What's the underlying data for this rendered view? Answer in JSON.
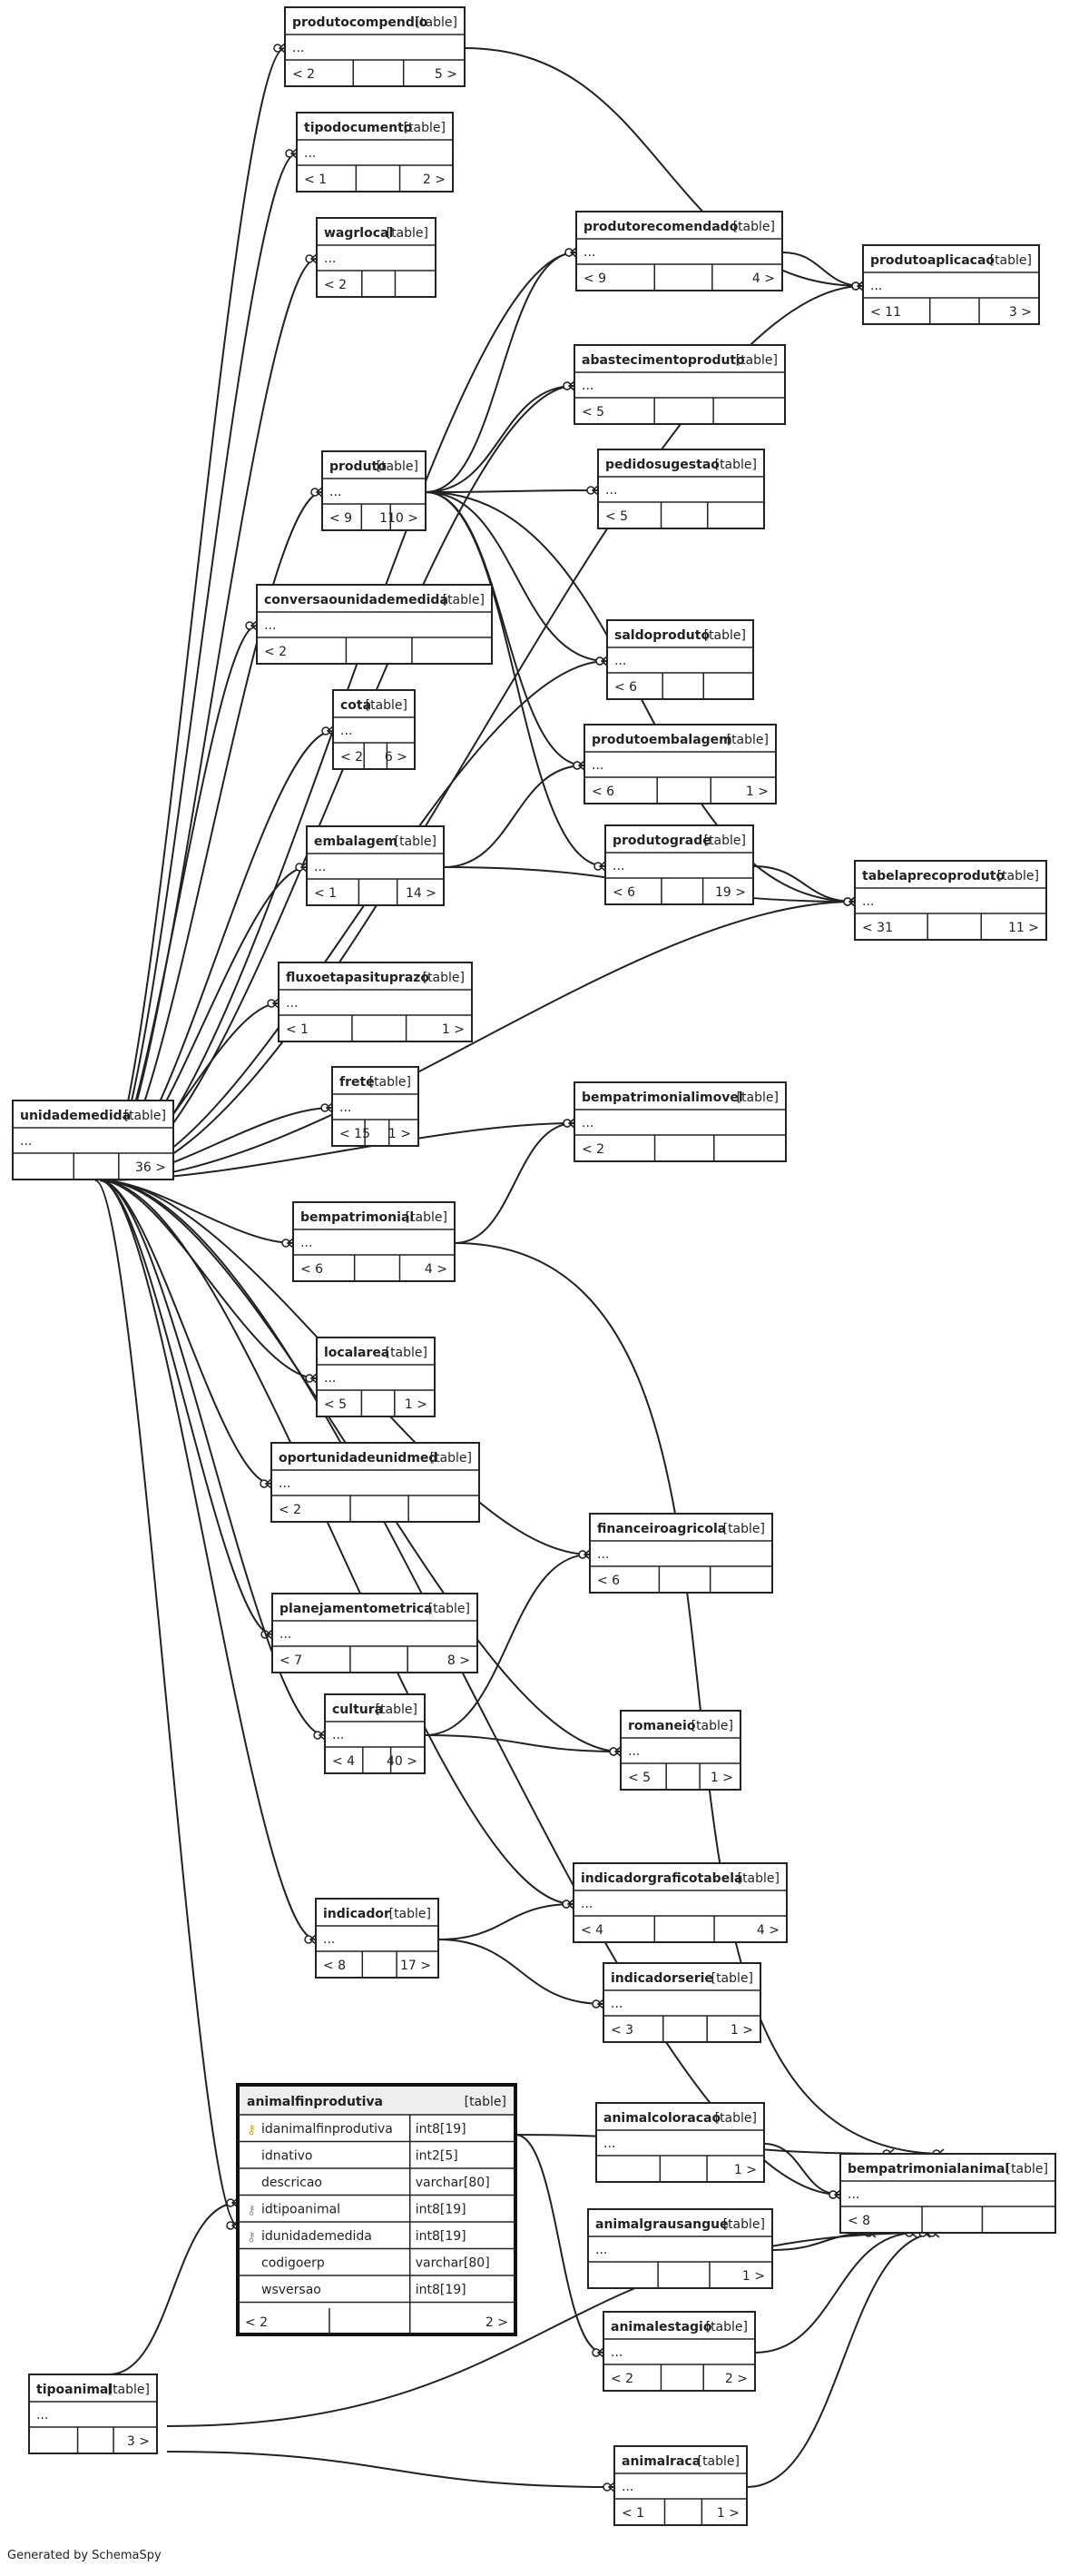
{
  "footer": "Generated by SchemaSpy",
  "colors": {
    "line": "#222222",
    "border": "#222222",
    "header_focus": "#eeeeee",
    "fill": "#ffffff"
  },
  "tables": [
    {
      "id": "produtocompendio",
      "name": "produtocompendio",
      "type": "[table]",
      "rows": [
        "..."
      ],
      "left": "< 2",
      "right": "5 >"
    },
    {
      "id": "tipodocumento",
      "name": "tipodocumento",
      "type": "[table]",
      "rows": [
        "..."
      ],
      "left": "< 1",
      "right": "2 >"
    },
    {
      "id": "wagrlocal",
      "name": "wagrlocal",
      "type": "[table]",
      "rows": [
        "..."
      ],
      "left": "< 2",
      "right": ""
    },
    {
      "id": "produtorecomendado",
      "name": "produtorecomendado",
      "type": "[table]",
      "rows": [
        "..."
      ],
      "left": "< 9",
      "right": "4 >"
    },
    {
      "id": "produtoaplicacao",
      "name": "produtoaplicacao",
      "type": "[table]",
      "rows": [
        "..."
      ],
      "left": "< 11",
      "right": "3 >"
    },
    {
      "id": "abastecimentoproduto",
      "name": "abastecimentoproduto",
      "type": "[table]",
      "rows": [
        "..."
      ],
      "left": "< 5",
      "right": ""
    },
    {
      "id": "produto",
      "name": "produto",
      "type": "[table]",
      "rows": [
        "..."
      ],
      "left": "< 9",
      "right": "110 >"
    },
    {
      "id": "pedidosugestao",
      "name": "pedidosugestao",
      "type": "[table]",
      "rows": [
        "..."
      ],
      "left": "< 5",
      "right": ""
    },
    {
      "id": "conversaounidademedida",
      "name": "conversaounidademedida",
      "type": "[table]",
      "rows": [
        "..."
      ],
      "left": "< 2",
      "right": ""
    },
    {
      "id": "saldoproduto",
      "name": "saldoproduto",
      "type": "[table]",
      "rows": [
        "..."
      ],
      "left": "< 6",
      "right": ""
    },
    {
      "id": "cota",
      "name": "cota",
      "type": "[table]",
      "rows": [
        "..."
      ],
      "left": "< 2",
      "right": "6 >"
    },
    {
      "id": "produtoembalagem",
      "name": "produtoembalagem",
      "type": "[table]",
      "rows": [
        "..."
      ],
      "left": "< 6",
      "right": "1 >"
    },
    {
      "id": "embalagem",
      "name": "embalagem",
      "type": "[table]",
      "rows": [
        "..."
      ],
      "left": "< 1",
      "right": "14 >"
    },
    {
      "id": "produtograde",
      "name": "produtograde",
      "type": "[table]",
      "rows": [
        "..."
      ],
      "left": "< 6",
      "right": "19 >"
    },
    {
      "id": "tabelaprecoproduto",
      "name": "tabelaprecoproduto",
      "type": "[table]",
      "rows": [
        "..."
      ],
      "left": "< 31",
      "right": "11 >"
    },
    {
      "id": "fluxoetapasituprazo",
      "name": "fluxoetapasituprazo",
      "type": "[table]",
      "rows": [
        "..."
      ],
      "left": "< 1",
      "right": "1 >"
    },
    {
      "id": "unidademedida",
      "name": "unidademedida",
      "type": "[table]",
      "rows": [
        "..."
      ],
      "left": "",
      "right": "36 >"
    },
    {
      "id": "frete",
      "name": "frete",
      "type": "[table]",
      "rows": [
        "..."
      ],
      "left": "< 15",
      "right": "1 >"
    },
    {
      "id": "bempatrimonialimovel",
      "name": "bempatrimonialimovel",
      "type": "[table]",
      "rows": [
        "..."
      ],
      "left": "< 2",
      "right": ""
    },
    {
      "id": "bempatrimonial",
      "name": "bempatrimonial",
      "type": "[table]",
      "rows": [
        "..."
      ],
      "left": "< 6",
      "right": "4 >"
    },
    {
      "id": "localarea",
      "name": "localarea",
      "type": "[table]",
      "rows": [
        "..."
      ],
      "left": "< 5",
      "right": "1 >"
    },
    {
      "id": "oportunidadeunidmed",
      "name": "oportunidadeunidmed",
      "type": "[table]",
      "rows": [
        "..."
      ],
      "left": "< 2",
      "right": ""
    },
    {
      "id": "financeiroagricola",
      "name": "financeiroagricola",
      "type": "[table]",
      "rows": [
        "..."
      ],
      "left": "< 6",
      "right": ""
    },
    {
      "id": "planejamentometrica",
      "name": "planejamentometrica",
      "type": "[table]",
      "rows": [
        "..."
      ],
      "left": "< 7",
      "right": "8 >"
    },
    {
      "id": "cultura",
      "name": "cultura",
      "type": "[table]",
      "rows": [
        "..."
      ],
      "left": "< 4",
      "right": "40 >"
    },
    {
      "id": "romaneio",
      "name": "romaneio",
      "type": "[table]",
      "rows": [
        "..."
      ],
      "left": "< 5",
      "right": "1 >"
    },
    {
      "id": "indicadorgraficotabela",
      "name": "indicadorgraficotabela",
      "type": "[table]",
      "rows": [
        "..."
      ],
      "left": "< 4",
      "right": "4 >"
    },
    {
      "id": "indicador",
      "name": "indicador",
      "type": "[table]",
      "rows": [
        "..."
      ],
      "left": "< 8",
      "right": "17 >"
    },
    {
      "id": "indicadorserie",
      "name": "indicadorserie",
      "type": "[table]",
      "rows": [
        "..."
      ],
      "left": "< 3",
      "right": "1 >"
    },
    {
      "id": "animalcoloracao",
      "name": "animalcoloracao",
      "type": "[table]",
      "rows": [
        "..."
      ],
      "left": "",
      "right": "1 >"
    },
    {
      "id": "bempatrimonialanimal",
      "name": "bempatrimonialanimal",
      "type": "[table]",
      "rows": [
        "..."
      ],
      "left": "< 8",
      "right": ""
    },
    {
      "id": "animalgrausangue",
      "name": "animalgrausangue",
      "type": "[table]",
      "rows": [
        "..."
      ],
      "left": "",
      "right": "1 >"
    },
    {
      "id": "animalestagio",
      "name": "animalestagio",
      "type": "[table]",
      "rows": [
        "..."
      ],
      "left": "< 2",
      "right": "2 >"
    },
    {
      "id": "tipoanimal",
      "name": "tipoanimal",
      "type": "[table]",
      "rows": [
        "..."
      ],
      "left": "",
      "right": "3 >"
    },
    {
      "id": "animalraca",
      "name": "animalraca",
      "type": "[table]",
      "rows": [
        "..."
      ],
      "left": "< 1",
      "right": "1 >"
    }
  ],
  "focus_table": {
    "id": "animalfinprodutiva",
    "name": "animalfinprodutiva",
    "type": "[table]",
    "columns": [
      {
        "name": "idanimalfinprodutiva",
        "type": "int8[19]",
        "key": "pk"
      },
      {
        "name": "idnativo",
        "type": "int2[5]",
        "key": ""
      },
      {
        "name": "descricao",
        "type": "varchar[80]",
        "key": ""
      },
      {
        "name": "idtipoanimal",
        "type": "int8[19]",
        "key": "fk"
      },
      {
        "name": "idunidademedida",
        "type": "int8[19]",
        "key": "fk"
      },
      {
        "name": "codigoerp",
        "type": "varchar[80]",
        "key": ""
      },
      {
        "name": "wsversao",
        "type": "int8[19]",
        "key": ""
      }
    ],
    "left": "< 2",
    "right": "2 >"
  }
}
